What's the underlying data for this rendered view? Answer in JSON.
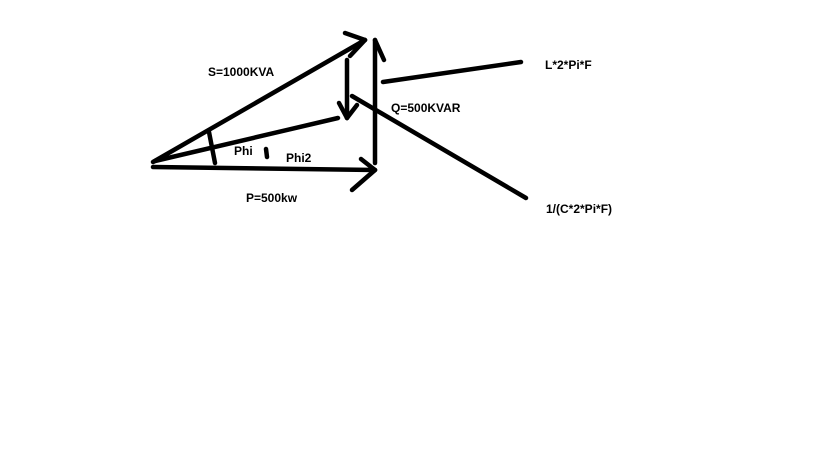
{
  "labels": {
    "s": "S=1000KVA",
    "q": "Q=500KVAR",
    "p": "P=500kw",
    "phi": "Phi",
    "phi2": "Phi2",
    "inductive": "L*2*Pi*F",
    "capacitive": "1/(C*2*Pi*F)"
  },
  "colors": {
    "stroke": "#000000",
    "background": "#ffffff"
  }
}
